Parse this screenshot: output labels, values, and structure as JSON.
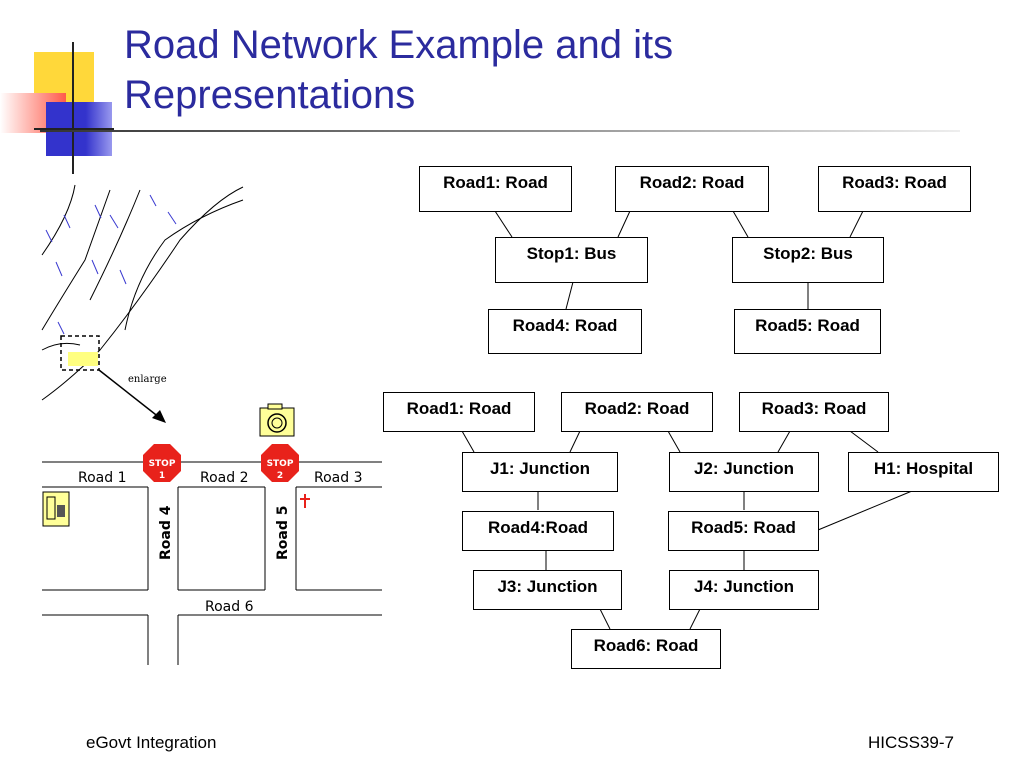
{
  "slide": {
    "title_line1": "Road Network Example and its",
    "title_line2": "Representations",
    "footer_left": "eGovt Integration",
    "footer_right": "HICSS39-7"
  },
  "map": {
    "enlarge_label": "enlarge",
    "road_labels": [
      "Road 1",
      "Road 2",
      "Road 3",
      "Road 4",
      "Road 5",
      "Road 6"
    ],
    "stop_signs": [
      {
        "word": "STOP",
        "num": "1"
      },
      {
        "word": "STOP",
        "num": "2"
      }
    ],
    "colors": {
      "stop": "#e8221b",
      "highlight": "#ffff80",
      "cross": "#e8221b"
    }
  },
  "diagram1": {
    "nodes": [
      "Road1: Road",
      "Road2: Road",
      "Road3: Road",
      "Stop1: Bus",
      "Stop2: Bus",
      "Road4: Road",
      "Road5: Road"
    ]
  },
  "diagram2": {
    "nodes": [
      "Road1: Road",
      "Road2: Road",
      "Road3: Road",
      "J1: Junction",
      "J2: Junction",
      "H1: Hospital",
      "Road4:Road",
      "Road5: Road",
      "J3: Junction",
      "J4: Junction",
      "Road6: Road"
    ]
  },
  "colors": {
    "title": "#2b2b9e",
    "deco_yellow": "#ffd700",
    "deco_blue": "#3333cc",
    "deco_red": "#ff4444"
  }
}
